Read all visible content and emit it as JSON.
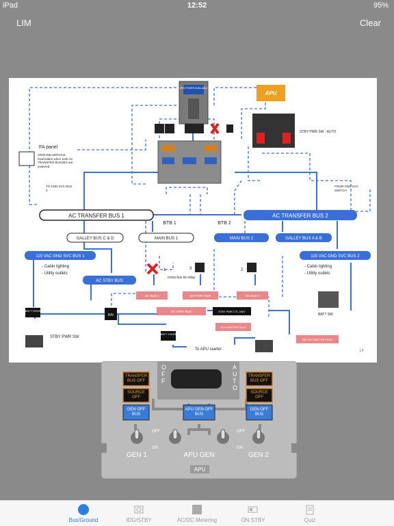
{
  "status": {
    "device": "iPad",
    "time": "12:52",
    "battery": "95%"
  },
  "nav": {
    "left": "LIM",
    "right": "Clear"
  },
  "diagram": {
    "apu": "APU",
    "apu_gen_ann": "GRD POWER AVAILABLE",
    "fa_panel": "FA panel",
    "ground_service": "GROUND SERVICE Overridden when both AC TRANSFER BUSSES are powered.",
    "to_gnd_svc": "TO GND SVC BUS 2",
    "from_gnd_svc": "FROM GND SVC SWITCH",
    "stby_pwr_sw_auto": "STBY PWR SW - AUTO",
    "ac_xfer_1": "AC TRANSFER BUS 1",
    "ac_xfer_2": "AC TRANSFER BUS 2",
    "btb1": "BTB 1",
    "btb2": "BTB 2",
    "galley_cd": "GALLEY BUS C & D",
    "main_bus_1": "MAIN BUS 1",
    "main_bus_2": "MAIN BUS 2",
    "galley_ab": "GALLEY BUS A & B",
    "gnd_svc_1": "115 VAC GND SVC BUS 1",
    "gnd_svc_2": "115 VAC GND SVC BUS 2",
    "cabin_lighting": "Cabin lighting",
    "utility_outlets": "Utility outlets",
    "ac_stby_bus": "AC STBY BUS",
    "cross_bus_tie": "cross bus tie relay",
    "dc_bus_1": "DC BUS 1",
    "battery_bus": "BATTERY BUS",
    "dc_bus_2": "DC BUS 2",
    "dc_stby_bus": "DC STBY BUS",
    "stby_pwr_ctl": "STBY PWR CTL UNIT",
    "hot_battery_bus": "HOT BATTERY BUS",
    "sw_hot_battery_bus": "SW HOT BATTERY BUS",
    "batt_chgr": "BATT CHGR",
    "inv": "INV",
    "stby_pwr_sw": "STBY PWR SW",
    "batt_sw": "BATT SW",
    "to_apu_starter": "To APU starter",
    "n1": "1",
    "n2": "2",
    "n3": "3",
    "page": "14"
  },
  "panel": {
    "off": "OFF",
    "auto": "AUTO",
    "xfer_off": "TRANSFER BUS OFF",
    "source_off": "SOURCE OFF",
    "gen_off_bus": "GEN OFF BUS",
    "apu_gen_off_bus": "APU GEN OFF BUS",
    "sw_off": "OFF",
    "sw_on": "ON",
    "gen1": "GEN 1",
    "apu_gen": "APU GEN",
    "gen2": "GEN 2",
    "apu": "APU"
  },
  "tabs": [
    {
      "label": "Bus/Ground"
    },
    {
      "label": "IDG/STBY"
    },
    {
      "label": "AC/DC Metering"
    },
    {
      "label": "ON STBY"
    },
    {
      "label": "Quiz"
    }
  ],
  "colors": {
    "accent": "#2a7de1",
    "bus_blue": "#3a6fd8",
    "red_bus": "#e8888a",
    "amber": "#f0a020"
  }
}
